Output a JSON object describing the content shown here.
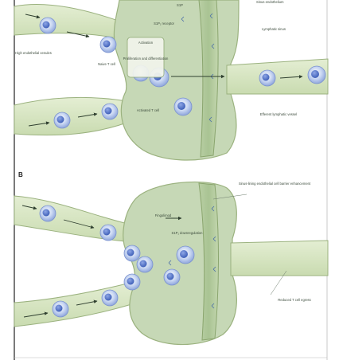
{
  "figure": {
    "top_panel": {
      "panel_letter": "",
      "labels": {
        "s1p_gradient": "S1P",
        "s1p_receptor": "S1P₁ receptor",
        "top_right_partial": "Sinus endothelium",
        "cortical_sinus": "Lymphatic sinus",
        "high_endothelial_venules": "High endothelial venules",
        "naive_t_cell": "Naive T cell",
        "activation": "Activation",
        "proliferation": "Proliferation and differentiation",
        "activated_t_cell": "Activated T cell",
        "efferent_lymphatic_vessel": "Efferent lymphatic vessel"
      }
    },
    "bottom_panel": {
      "panel_letter": "B",
      "labels": {
        "barrier": "Sinus-lining endothelial cell barrier enhancement",
        "fingolimod": "Fingolimod",
        "s1p1_downregulation": "S1P₁ downregulation",
        "reduced_egress": "Reduced T cell egress"
      }
    },
    "colors": {
      "vessel_fill": "#d9e6c4",
      "vessel_stroke": "#9bb27f",
      "node_fill": "#c6d8b6",
      "sinus_fill": "#b4cba0",
      "cell_fill": "#a9bde8",
      "cell_nucleus": "#4d6fc4",
      "arrow": "#2f3f2f"
    }
  }
}
